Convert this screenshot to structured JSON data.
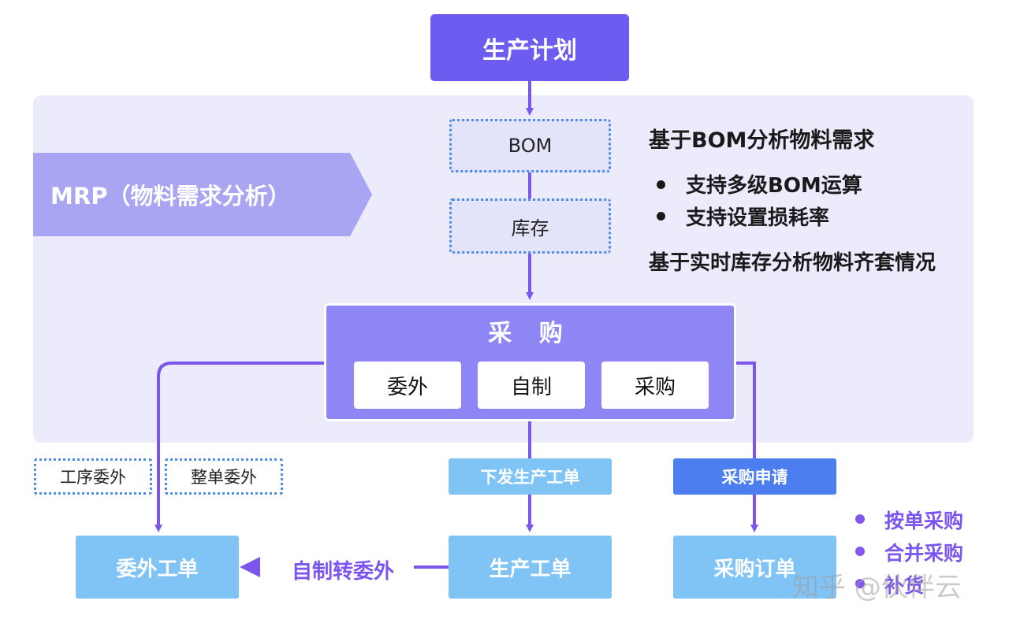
{
  "top": {
    "plan": "生产计划"
  },
  "mrp": {
    "label": "MRP（物料需求分析）"
  },
  "flow": {
    "bom": "BOM",
    "inventory": "库存"
  },
  "info": {
    "heading": "基于BOM分析物料需求",
    "bullets": [
      "支持多级BOM运算",
      "支持设置损耗率"
    ],
    "footer": "基于实时库存分析物料齐套情况"
  },
  "purchase": {
    "title": "采 购",
    "options": [
      "委外",
      "自制",
      "采购"
    ]
  },
  "outsource_types": [
    "工序委外",
    "整单委外"
  ],
  "labels": {
    "issue_order": "下发生产工单",
    "purchase_request": "采购申请",
    "make_to_outsource": "自制转委外"
  },
  "bottom": {
    "outsource_order": "委外工单",
    "production_order": "生产工单",
    "purchase_order": "采购订单"
  },
  "purchase_modes": [
    "按单采购",
    "合并采购",
    "补货"
  ],
  "watermark": "知乎 @伙伴云"
}
